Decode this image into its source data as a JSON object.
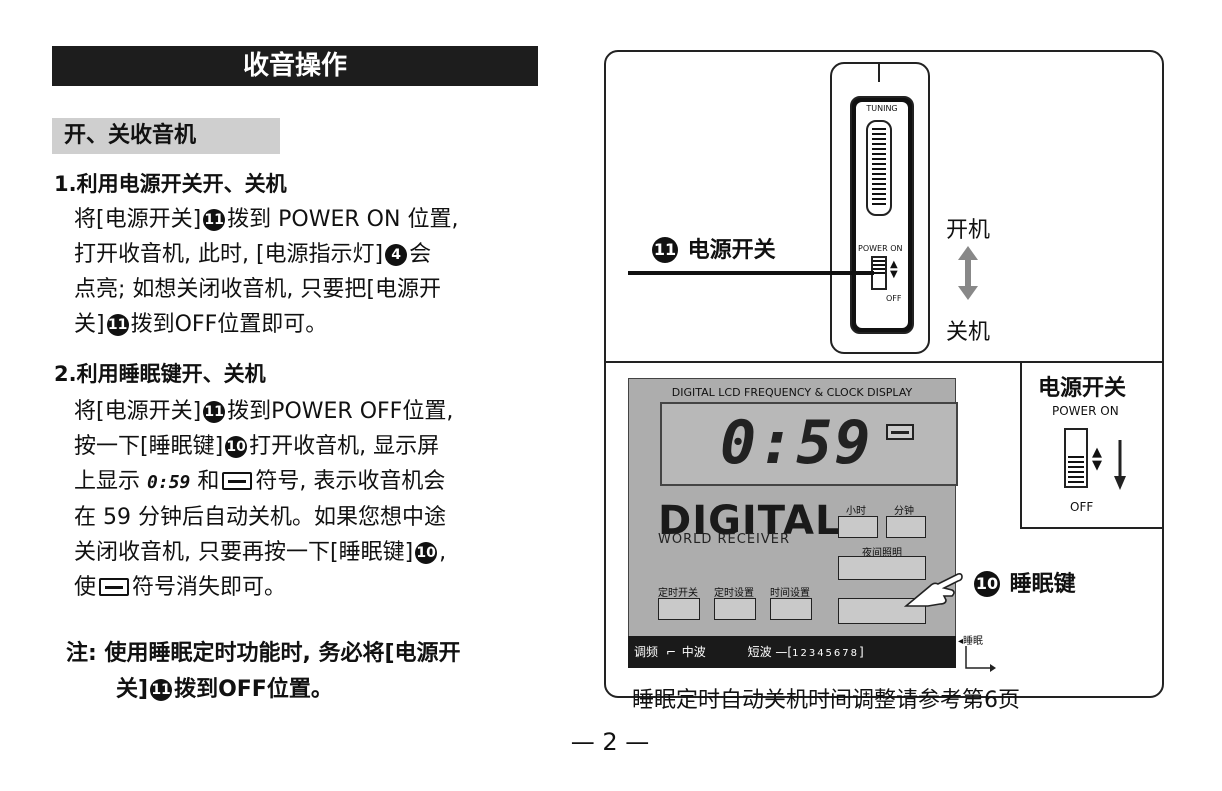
{
  "header": {
    "title": "收音操作"
  },
  "section": {
    "subhead": "开、关收音机",
    "item1": {
      "heading": "1.利用电源开关开、关机",
      "line1_a": "将[电源开关]",
      "n11": "11",
      "line1_b": "拨到 POWER ON 位置,",
      "line2_a": "打开收音机, 此时, [电源指示灯]",
      "n4": "4",
      "line2_b": "会",
      "line3": "点亮; 如想关闭收音机, 只要把[电源开",
      "line4_a": "关]",
      "line4_b": "拨到OFF位置即可。"
    },
    "item2": {
      "heading": "2.利用睡眠键开、关机",
      "line1_a": "将[电源开关]",
      "n11": "11",
      "line1_b": "拨到POWER OFF位置,",
      "line2_a": "按一下[睡眠键]",
      "n10": "10",
      "line2_b": "打开收音机, 显示屏",
      "line3_a": "上显示",
      "lcd_value": "0:59",
      "line3_b": "和",
      "line3_c": "符号, 表示收音机会",
      "line4": "在 59 分钟后自动关机。如果您想中途",
      "line5_a": "关闭收音机, 只要再按一下[睡眠键]",
      "line5_b": ",",
      "line6_a": "使",
      "line6_b": "符号消失即可。"
    },
    "note": {
      "line1": "注: 使用睡眠定时功能时, 务必将[电源开",
      "line2_a": "关]",
      "line2_b": "拨到OFF位置。"
    }
  },
  "figure": {
    "device": {
      "tuning": "TUNING",
      "power_on": "POWER ON",
      "off": "OFF"
    },
    "callout_power": {
      "num": "11",
      "label": "电源开关"
    },
    "on_label": "开机",
    "off_label": "关机",
    "lcd": {
      "title": "DIGITAL LCD FREQUENCY & CLOCK DISPLAY",
      "time": "0:59",
      "brand": "DIGITAL",
      "brand_sub": "WORLD RECEIVER",
      "hour": "小时",
      "minute": "分钟",
      "night_light": "夜间照明",
      "timer_onoff": "定时开关",
      "timer_set": "定时设置",
      "time_set": "时间设置",
      "band_tune": "调频",
      "band_mw": "中波",
      "band_sw": "短波",
      "sw_digits": "12345678",
      "sleep_mark": "◂睡眠"
    },
    "callout_sleep": {
      "num": "10",
      "label": "睡眠键"
    },
    "side": {
      "title": "电源开关",
      "power_on": "POWER ON",
      "off": "OFF"
    },
    "footer_note": "睡眠定时自动关机时间调整请参考第6页"
  },
  "page_number": "— 2 —"
}
